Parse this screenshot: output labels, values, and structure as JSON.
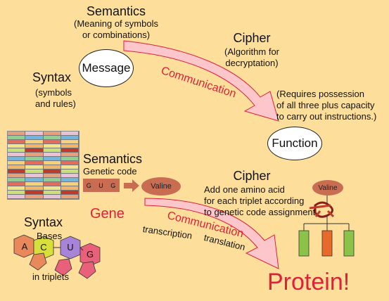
{
  "top": {
    "semantics_title": "Semantics",
    "semantics_sub1": "(Meaning of symbols",
    "semantics_sub2": "or combinations)",
    "message": "Message",
    "syntax_title": "Syntax",
    "syntax_sub1": "(symbols",
    "syntax_sub2": "and rules)",
    "cipher_title": "Cipher",
    "cipher_sub1": "(Algorithm for",
    "cipher_sub2": "decryptation)",
    "communication": "Communication",
    "requires1": "(Requires possession",
    "requires2": "of all three plus capacity",
    "requires3": "to carry out instructions.)",
    "function": "Function"
  },
  "bottom": {
    "semantics_title": "Semantics",
    "genetic_code": "Genetic code",
    "codon": [
      "G",
      "U",
      "G"
    ],
    "valine": "Valine",
    "cipher_title": "Cipher",
    "cipher_sub1": "Add one amino acid",
    "cipher_sub2": "for each triplet according",
    "cipher_sub3": "to genetic code assignment",
    "valine2": "Valine",
    "gene": "Gene",
    "communication": "Communication",
    "transcription": "transcription",
    "translation": "translation",
    "syntax_title": "Syntax",
    "bases_label": "Bases",
    "bases": [
      "A",
      "C",
      "U",
      "G"
    ],
    "in_triplets": "in triplets",
    "protein": "Protein!"
  },
  "colors": {
    "background": "#fddf9b",
    "arrow_fill": "#fdc6ca",
    "arrow_stroke": "#e0203a",
    "base_a": "#e9885b",
    "base_c": "#d8df3a",
    "base_u": "#a884d8",
    "base_g": "#e8607a",
    "pentagon": "#e9885b",
    "valine": "#c86c52"
  }
}
